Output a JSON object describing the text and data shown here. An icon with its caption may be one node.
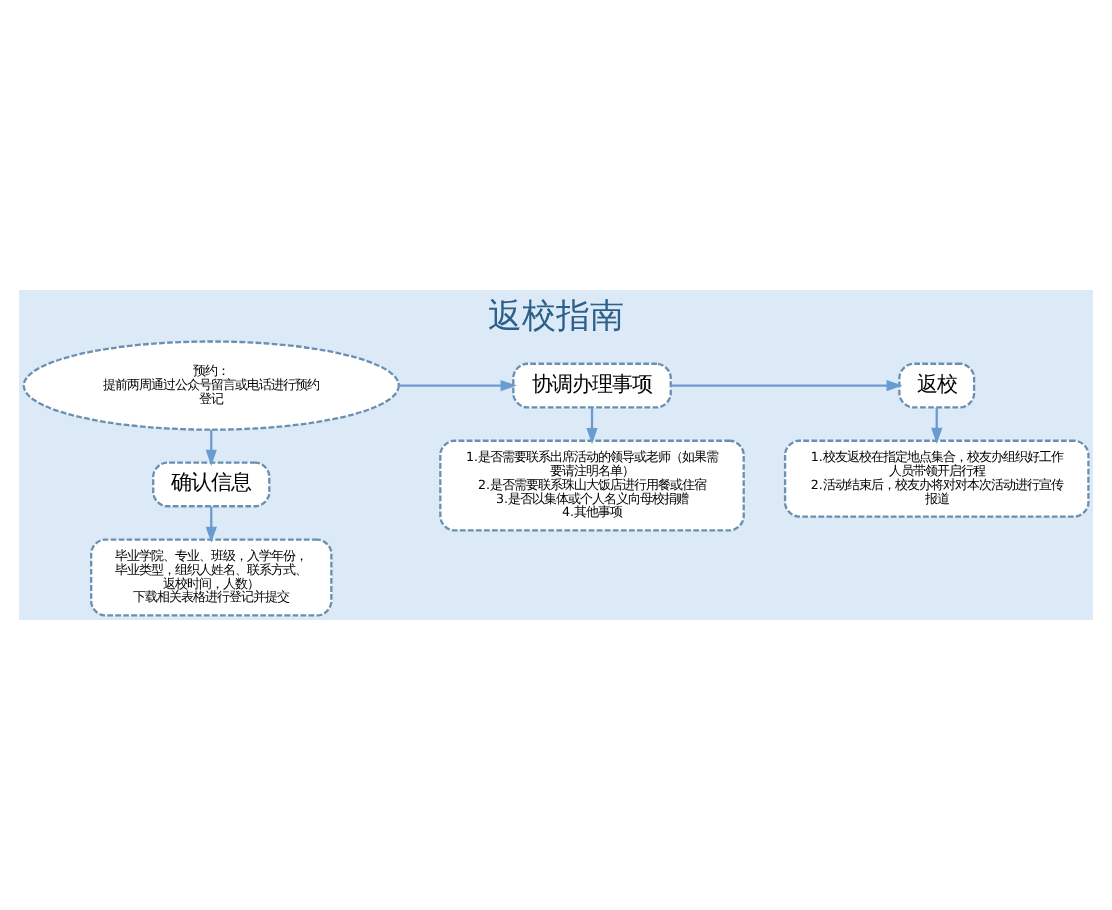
{
  "diagram": {
    "title": "返校指南",
    "nodes": [
      {
        "text": [
          "预约：",
          "提前两周通过公众号留言或电话进行预约登记"
        ]
      },
      {
        "text": [
          "确认信息"
        ]
      },
      {
        "text": [
          "毕业学院、专业、班级，入学年份，毕业类型，组织人姓名、联系方式、返校时间，人数）",
          "下载相关表格进行登记并提交"
        ]
      },
      {
        "text": [
          "协调办理事项"
        ]
      },
      {
        "text": [
          "1.是否需要联系出席活动的领导或老师（如果需要请注明名单）",
          "2.是否需要联系珠山大饭店进行用餐或住宿",
          "3.是否以集体或个人名义向母校捐赠",
          "4.其他事项"
        ]
      },
      {
        "text": [
          "返校"
        ]
      },
      {
        "text": [
          "1.校友返校在指定地点集合，校友办组织好工作人员带领开启行程",
          "2.活动结束后，校友办将对对本次活动进行宣传报道"
        ]
      }
    ],
    "edges": [
      {
        "from": 0,
        "to": 1,
        "arrow": "to"
      },
      {
        "from": 1,
        "to": 2,
        "arrow": "to"
      },
      {
        "from": 0,
        "to": 3,
        "arrow": "to"
      },
      {
        "from": 3,
        "to": 4,
        "arrow": "to"
      },
      {
        "from": 3,
        "to": 5,
        "arrow": "to"
      },
      {
        "from": 5,
        "to": 6,
        "arrow": "to"
      }
    ]
  }
}
